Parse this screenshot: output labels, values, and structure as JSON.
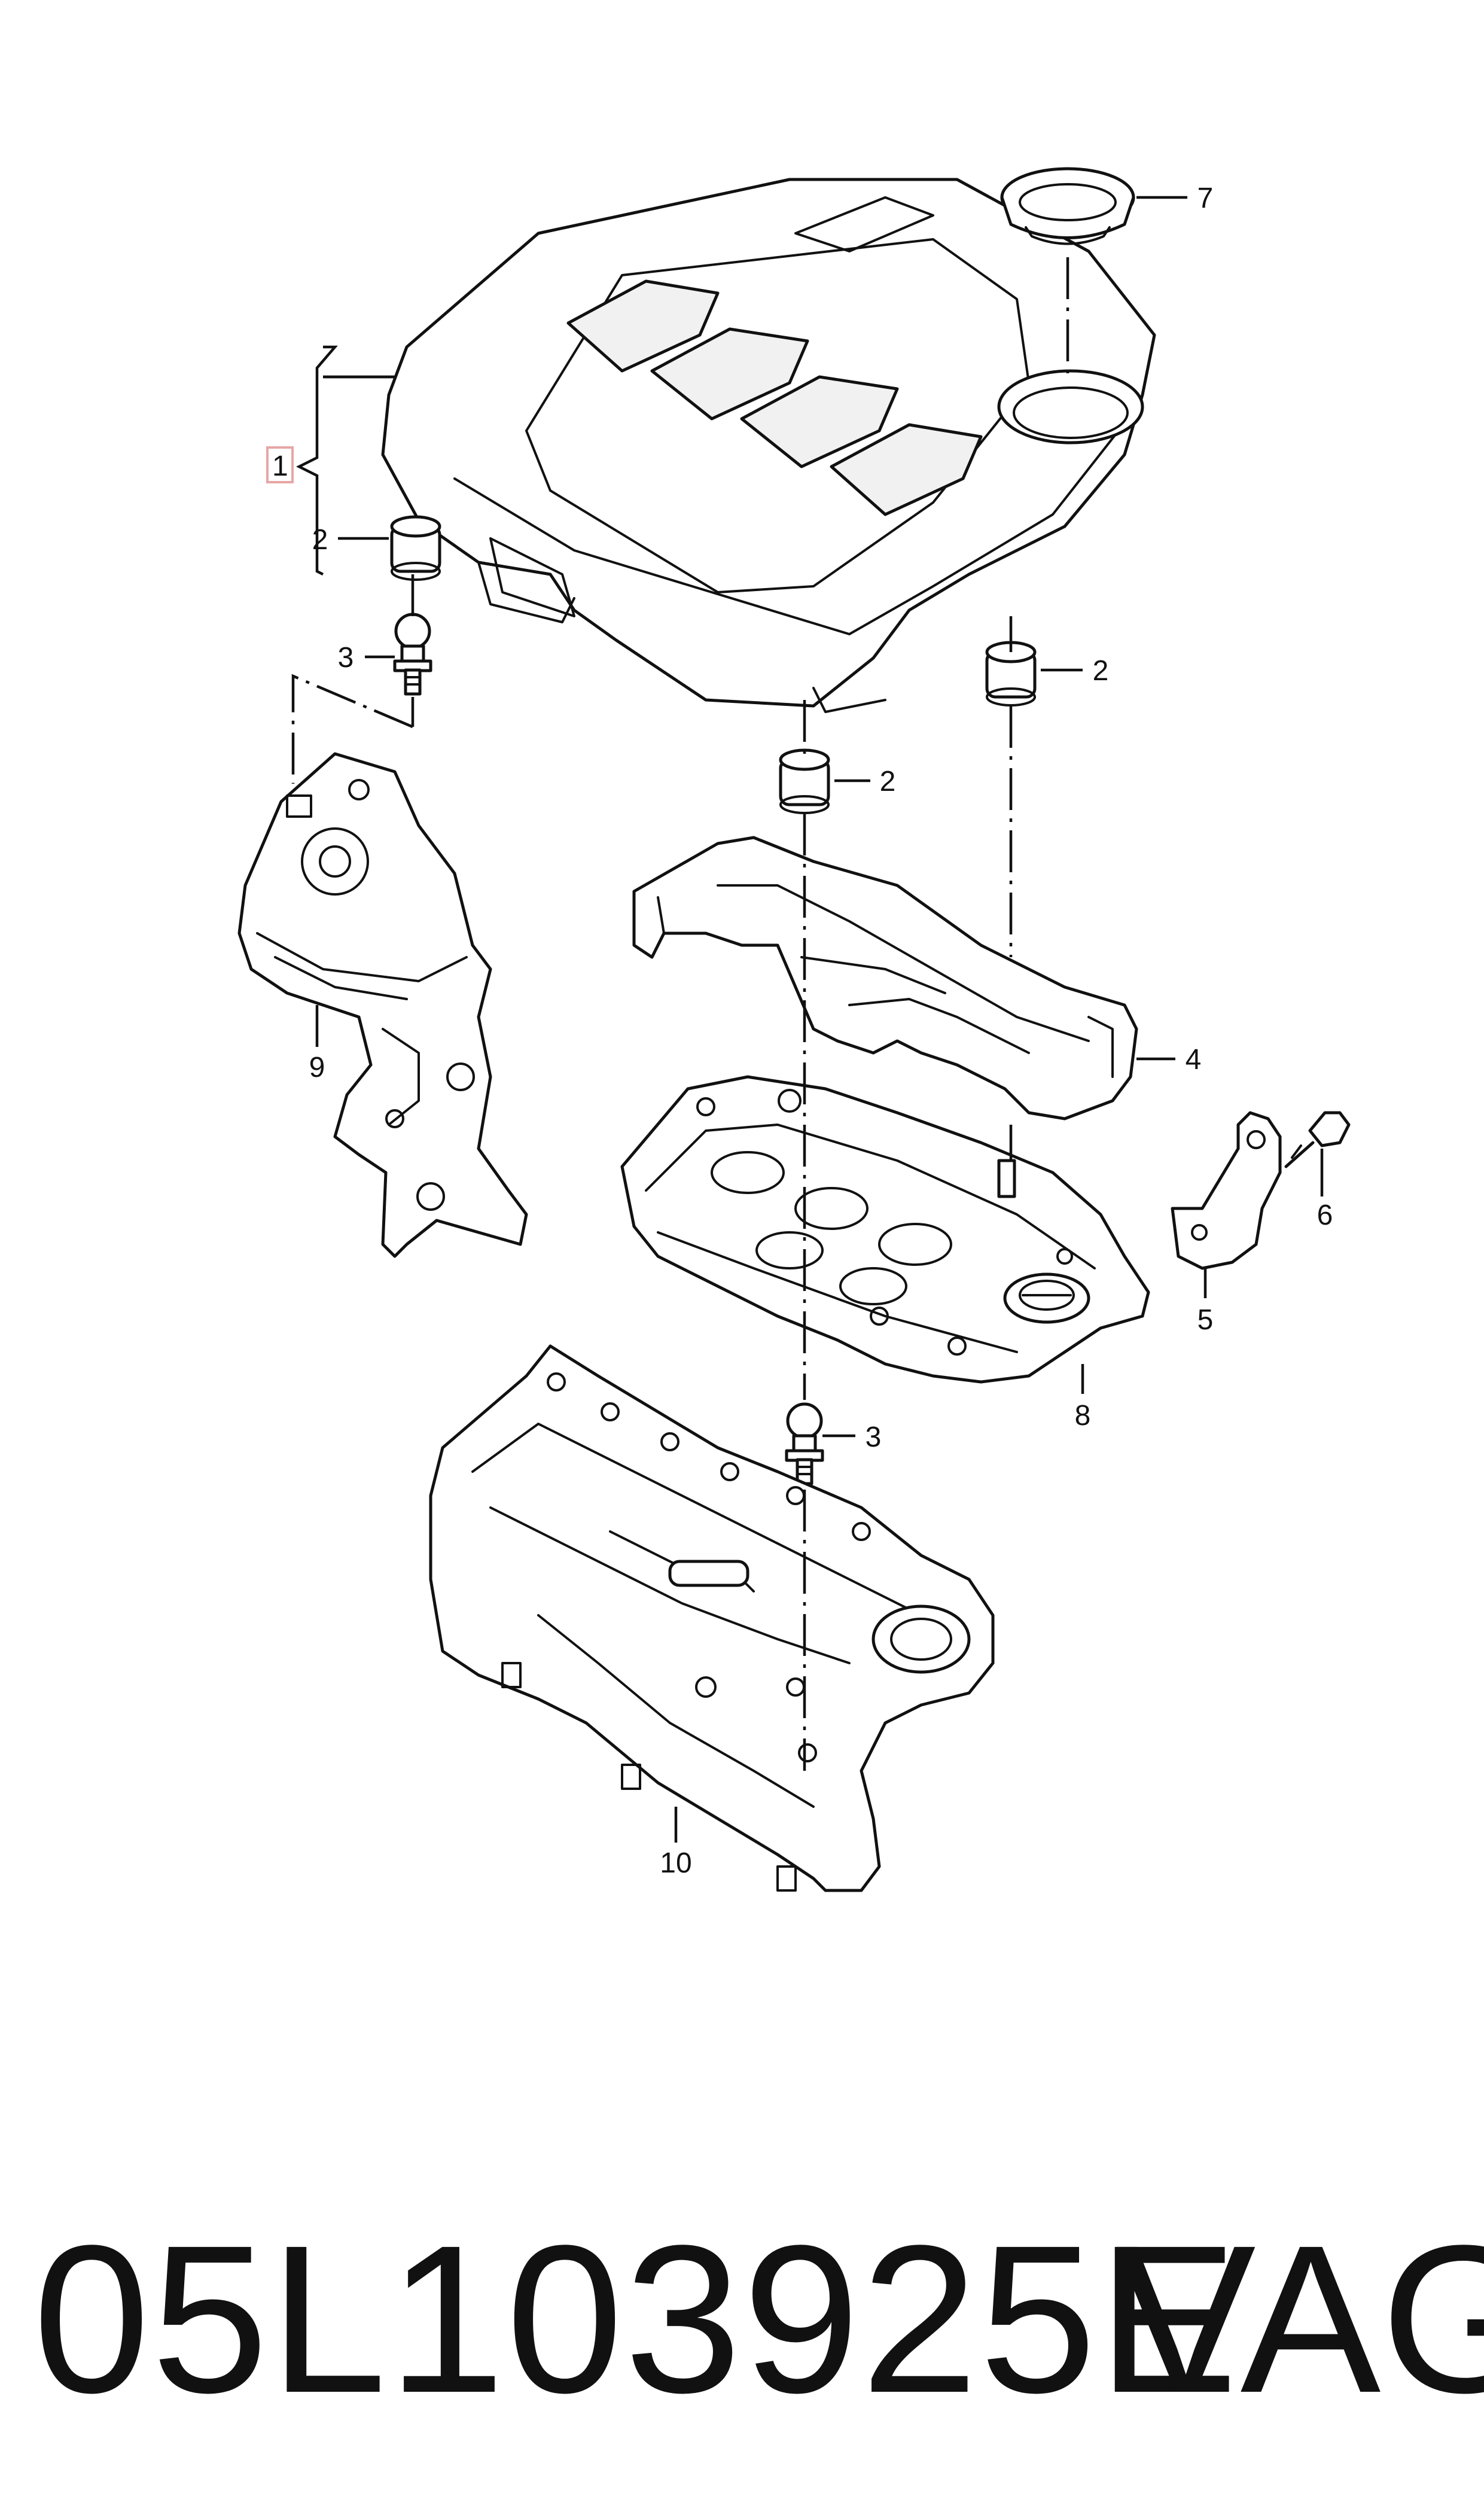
{
  "diagram": {
    "callouts": {
      "c1": "1",
      "c2a": "2",
      "c2b": "2",
      "c2c": "2",
      "c3a": "3",
      "c3b": "3",
      "c4": "4",
      "c5": "5",
      "c6": "6",
      "c7": "7",
      "c8": "8",
      "c9": "9",
      "c10": "10"
    },
    "highlighted_callout": "1",
    "colors": {
      "line": "#111111",
      "highlight_box": "#e8a6a6",
      "background": "#ffffff"
    }
  },
  "footer": {
    "part_number": "05L103925E",
    "brand": "VAG"
  }
}
